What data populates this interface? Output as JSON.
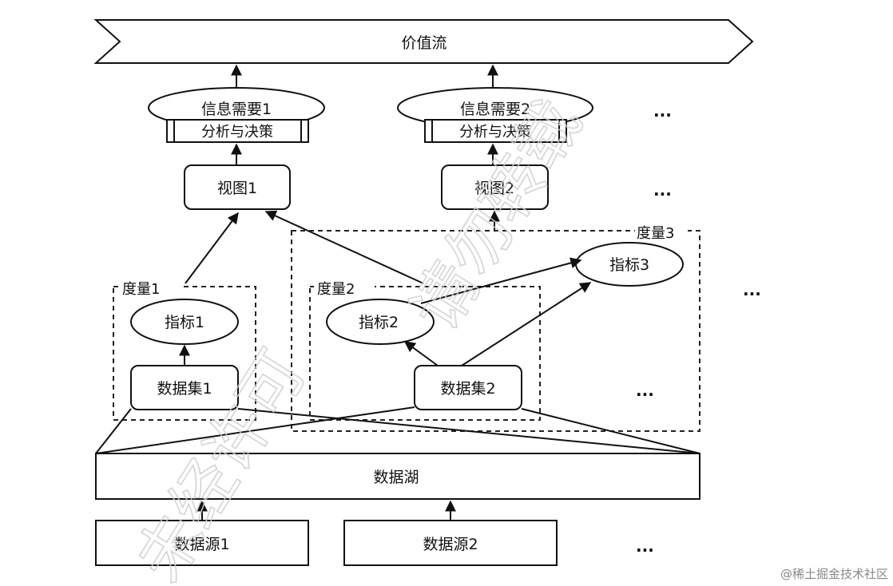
{
  "value_stream": "价值流",
  "info_needs": [
    "信息需要1",
    "信息需要2"
  ],
  "analysis_label": "分析与决策",
  "views": [
    "视图1",
    "视图2"
  ],
  "measures": [
    "度量1",
    "度量2",
    "度量3"
  ],
  "indicators": [
    "指标1",
    "指标2",
    "指标3"
  ],
  "datasets": [
    "数据集1",
    "数据集2"
  ],
  "data_lake": "数据湖",
  "data_sources": [
    "数据源1",
    "数据源2"
  ],
  "ellipsis": "...",
  "watermark_line1": "请勿转载",
  "watermark_line2": "未经许可",
  "credit": "@稀土掘金技术社区"
}
